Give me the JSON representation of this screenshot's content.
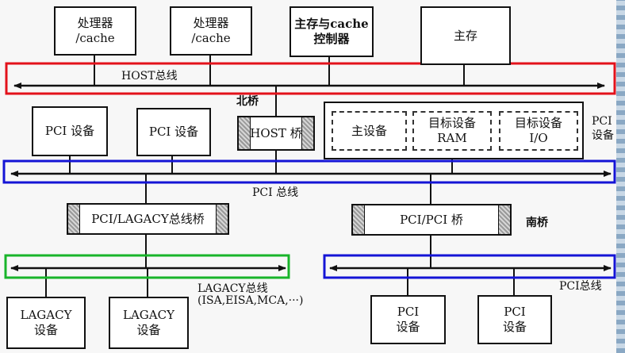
{
  "diagram": {
    "top_boxes": {
      "cpu1": "处理器\n/cache",
      "cpu2": "处理器\n/cache",
      "mem_ctrl": "主存与cache\n控制器",
      "main_mem": "主存"
    },
    "host_bus_label": "HOST总线",
    "north_bridge_label": "北桥",
    "pci_devices_top": [
      "PCI 设备",
      "PCI 设备"
    ],
    "host_bridge": "HOST 桥",
    "pci_group": {
      "master": "主设备",
      "target_ram": "目标设备\nRAM",
      "target_io": "目标设备\nI/O",
      "side_label": "PCI\n设备"
    },
    "pci_bus_label": "PCI 总线",
    "lagacy_bridge": "PCI/LAGACY总线桥",
    "pci_pci_bridge": "PCI/PCI 桥",
    "south_bridge_label": "南桥",
    "lagacy_bus_label": "LAGACY总线",
    "lagacy_bus_sub": "(ISA,EISA,MCA,···)",
    "pci_bus2_label": "PCI总线",
    "lagacy_devices": [
      "LAGACY\n设备",
      "LAGACY\n设备"
    ],
    "pci_devices_bottom": [
      "PCI\n设备",
      "PCI\n设备"
    ]
  },
  "colors": {
    "host_bus_highlight": "#e3121b",
    "pci_bus_highlight": "#1414d6",
    "lagacy_bus_highlight": "#18b42a",
    "pci_bus2_highlight": "#1414d6"
  }
}
